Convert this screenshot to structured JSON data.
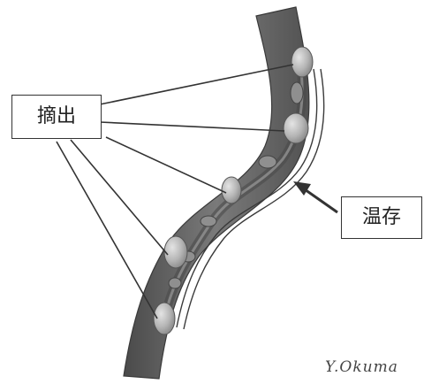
{
  "labels": {
    "excision": "摘出",
    "preservation": "温存"
  },
  "signature": "Y.Okuma",
  "colors": {
    "organ_fill": "#6b6b6b",
    "organ_edge": "#3a3a3a",
    "node_fill": "#b9b9b9",
    "line": "#333333"
  }
}
